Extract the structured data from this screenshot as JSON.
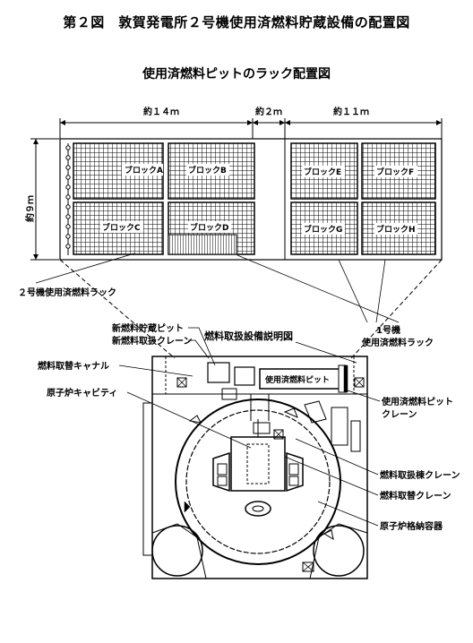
{
  "title": "第２図　敦賀発電所２号機使用済燃料貯蔵設備の配置図",
  "subtitle": "使用済燃料ピットのラック配置図",
  "dimensions": {
    "left": "約１４ｍ",
    "middle": "約２ｍ",
    "right": "約１１ｍ",
    "height": "約９ｍ"
  },
  "blocks": [
    "ブロックA",
    "ブロックB",
    "ブロックC",
    "ブロックD",
    "ブロックE",
    "ブロックF",
    "ブロックG",
    "ブロックH"
  ],
  "labels": {
    "unit2_rack": "２号機使用済燃料ラック",
    "new_fuel_pit": "新燃料貯蔵ピット",
    "new_fuel_crane": "新燃料取扱クレーン",
    "handling_title": "燃料取扱設備説明図",
    "unit1_line1": "1号機",
    "unit1_line2": "使用済燃料ラック",
    "transfer_canal": "燃料取替キャナル",
    "reactor_cavity": "原子炉キャビティ",
    "spent_pit_inner": "使用済燃料ピット",
    "pit_crane_line1": "使用済燃料ピット",
    "pit_crane_line2": "クレーン",
    "building_crane": "燃料取扱棟クレーン",
    "refuel_crane": "燃料取替クレーン",
    "containment": "原子炉格納容器"
  }
}
